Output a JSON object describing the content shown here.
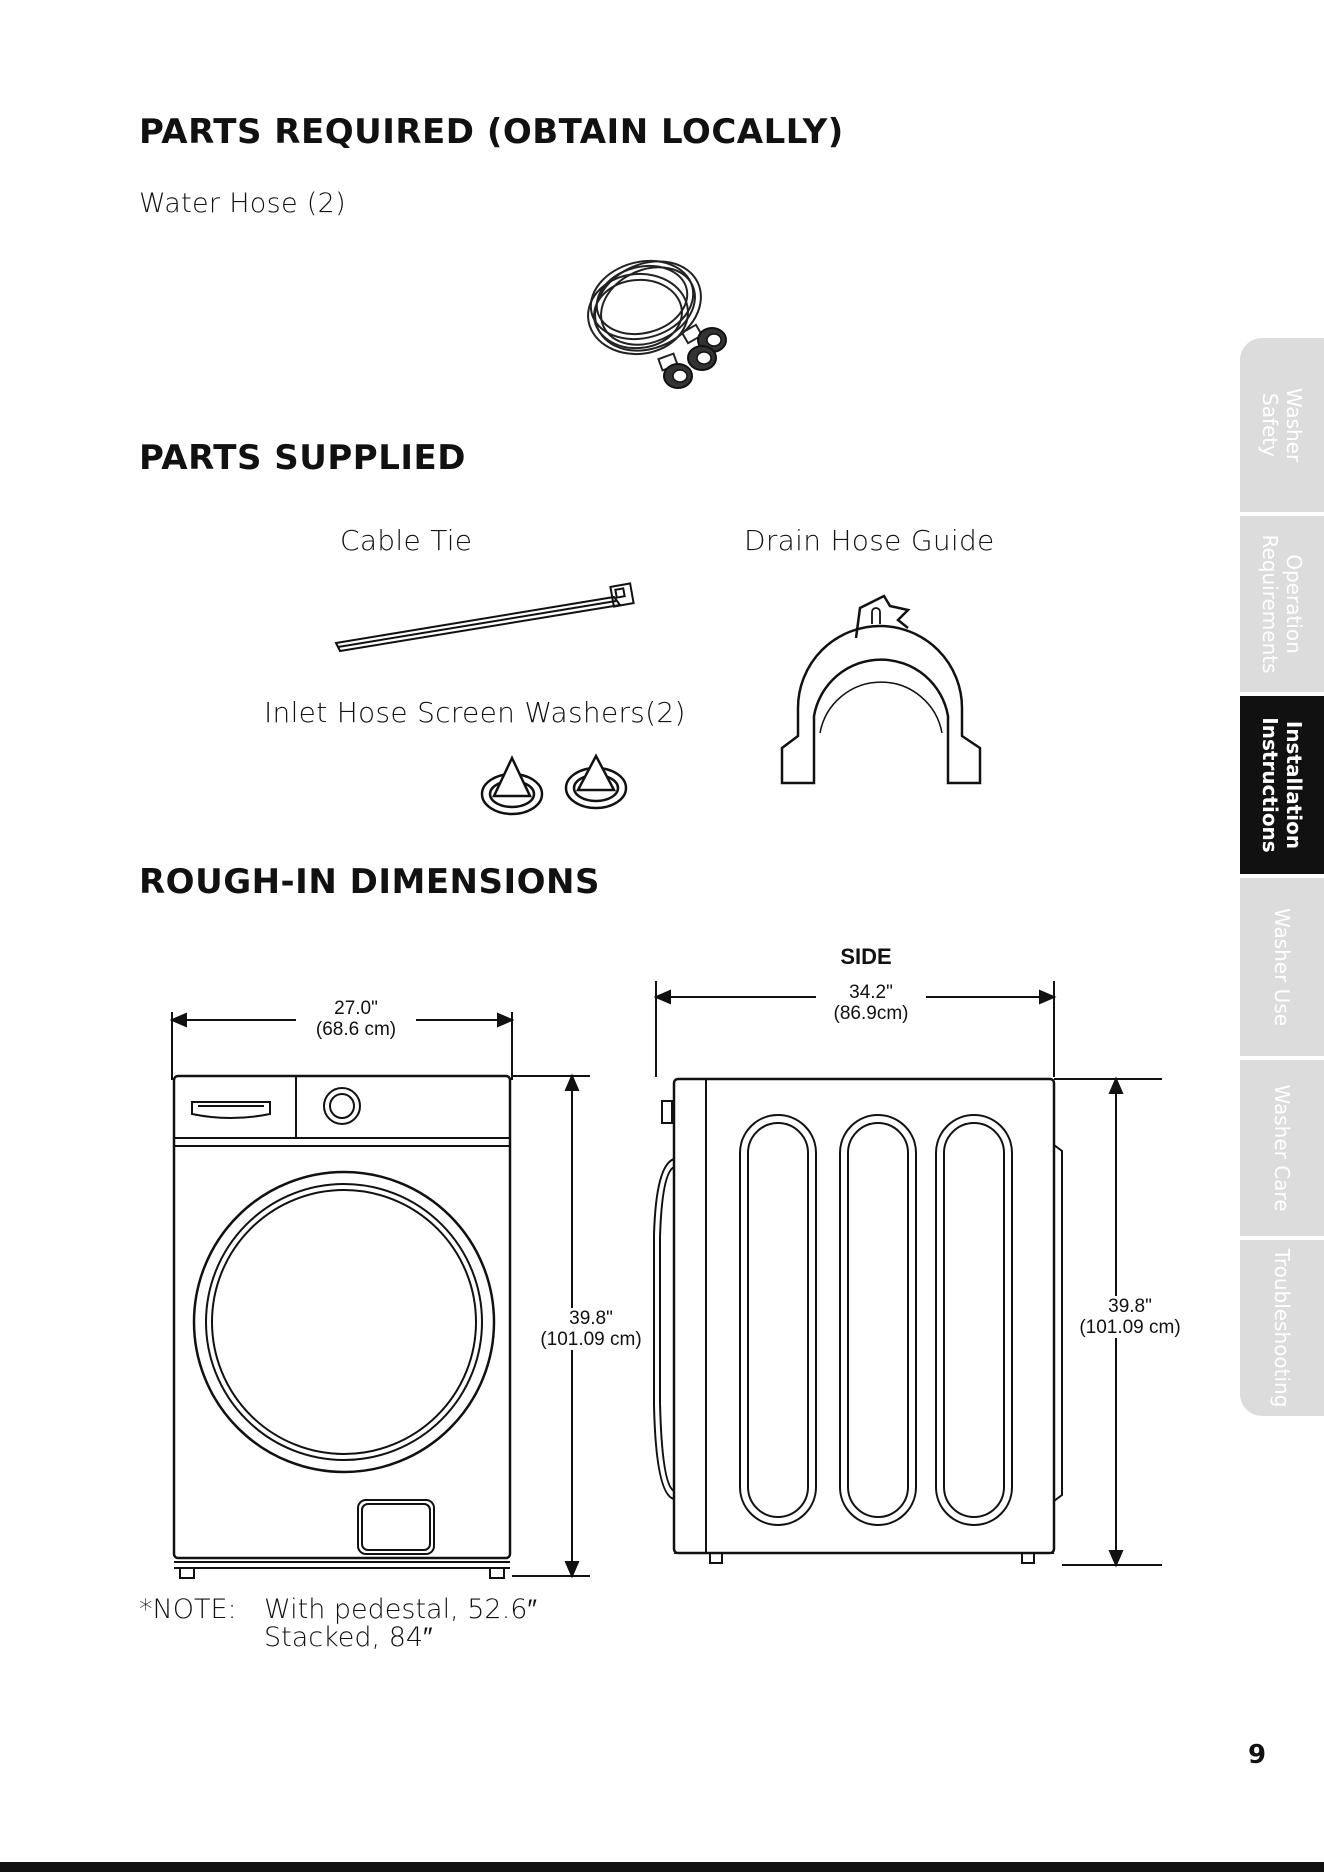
{
  "sections": {
    "parts_required": {
      "heading": "PARTS REQUIRED (OBTAIN LOCALLY)",
      "item": "Water Hose (2)"
    },
    "parts_supplied": {
      "heading": "PARTS SUPPLIED",
      "cable_tie": "Cable Tie",
      "drain_hose_guide": "Drain Hose Guide",
      "screen_washers": "Inlet Hose Screen Washers(2)"
    },
    "rough_in": {
      "heading": "ROUGH-IN DIMENSIONS",
      "front_width_in": "27.0\"",
      "front_width_cm": "(68.6 cm)",
      "front_height_in": "39.8\"",
      "front_height_cm": "(101.09 cm)",
      "side_label": "SIDE",
      "side_depth_in": "34.2\"",
      "side_depth_cm": "(86.9cm)",
      "side_height_in": "39.8\"",
      "side_height_cm": "(101.09 cm)"
    },
    "note": {
      "label": "*NOTE:",
      "line1": "With pedestal, 52.6″",
      "line2": "Stacked, 84″"
    }
  },
  "side_tabs": [
    {
      "label": "Washer\nSafety",
      "active": false
    },
    {
      "label": "Operation\nRequirements",
      "active": false
    },
    {
      "label": "Installation\nInstructions",
      "active": true
    },
    {
      "label": "Washer Use",
      "active": false
    },
    {
      "label": "Washer Care",
      "active": false
    },
    {
      "label": "Troubleshooting",
      "active": false
    }
  ],
  "page_number": "9"
}
